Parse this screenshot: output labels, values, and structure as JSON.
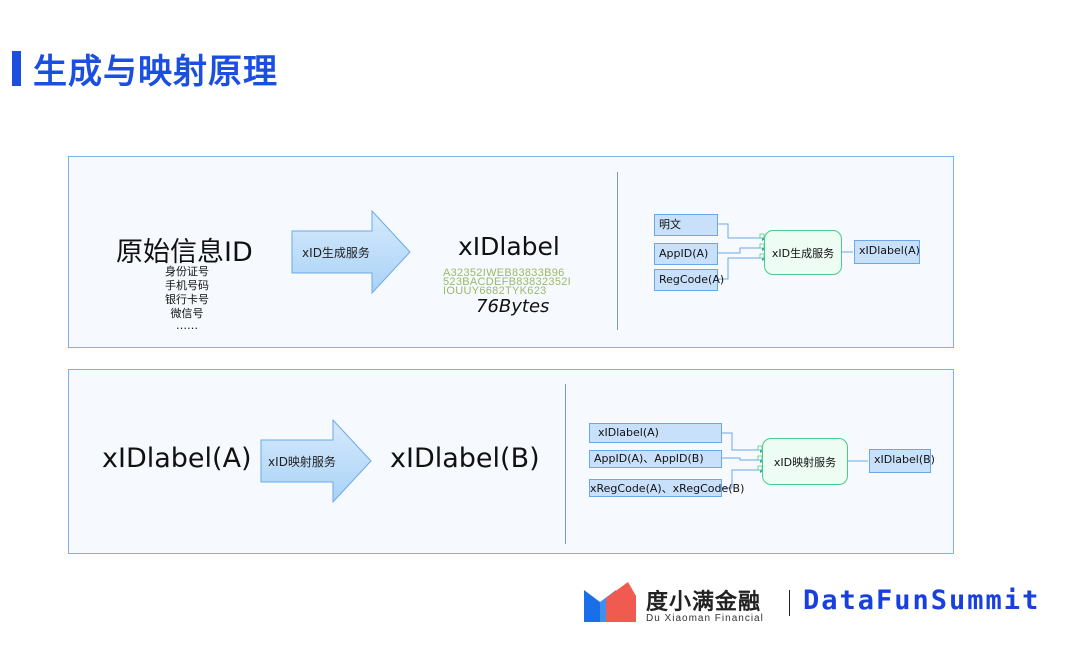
{
  "page": {
    "title": "生成与映射原理"
  },
  "panel_generate": {
    "source_title": "原始信息ID",
    "source_items": [
      "身份证号",
      "手机号码",
      "银行卡号",
      "微信号",
      "……"
    ],
    "arrow_label": "xID生成服务",
    "result_title": "xIDlabel",
    "hash_lines": [
      "A32352IWEB83833B96",
      "523BACDEFB83832352I",
      "IOUUY6682TYK623"
    ],
    "result_size": "76Bytes",
    "flow": {
      "inputs": [
        "明文",
        "AppID(A)",
        "RegCode(A)"
      ],
      "service": "xID生成服务",
      "output": "xIDlabel(A)"
    }
  },
  "panel_map": {
    "source_title": "xIDlabel(A)",
    "arrow_label": "xID映射服务",
    "result_title": "xIDlabel(B)",
    "flow": {
      "inputs": [
        "xIDlabel(A)",
        "AppID(A)、AppID(B)",
        "xRegCode(A)、xRegCode(B)"
      ],
      "service": "xID映射服务",
      "output": "xIDlabel(B)"
    }
  },
  "footer": {
    "brand_cn": "度小满金融",
    "brand_en": "Du Xiaoman Financial",
    "event": "DataFunSummit",
    "colors": {
      "brand_blue": "#1a6fe8",
      "brand_red": "#f05a50",
      "event_blue": "#1840e0"
    }
  }
}
